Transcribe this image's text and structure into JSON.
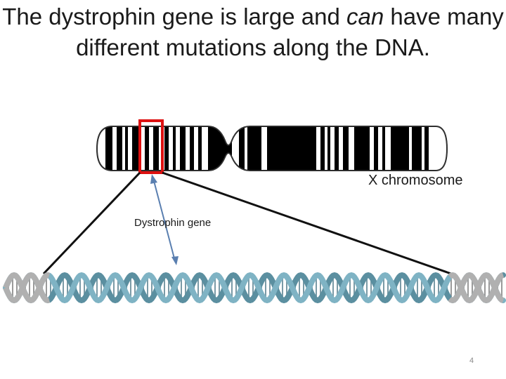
{
  "slide": {
    "title_part1": "The dystrophin gene is large and ",
    "title_emphasis": "can",
    "title_part2": " have many different mutations along the DNA.",
    "page_number": "4"
  },
  "diagram": {
    "chromosome_label": "X chromosome",
    "gene_label": "Dystrophin gene",
    "colors": {
      "chromosome_band": "#000000",
      "chromosome_light": "#ffffff",
      "highlight_box": "#dd1111",
      "arrow": "#5a7fb0",
      "dna_strand": "#7fb3c4",
      "dna_strand_dark": "#5b8fa0",
      "dna_ends": "#b0b0b0",
      "zoom_lines": "#111111"
    }
  }
}
